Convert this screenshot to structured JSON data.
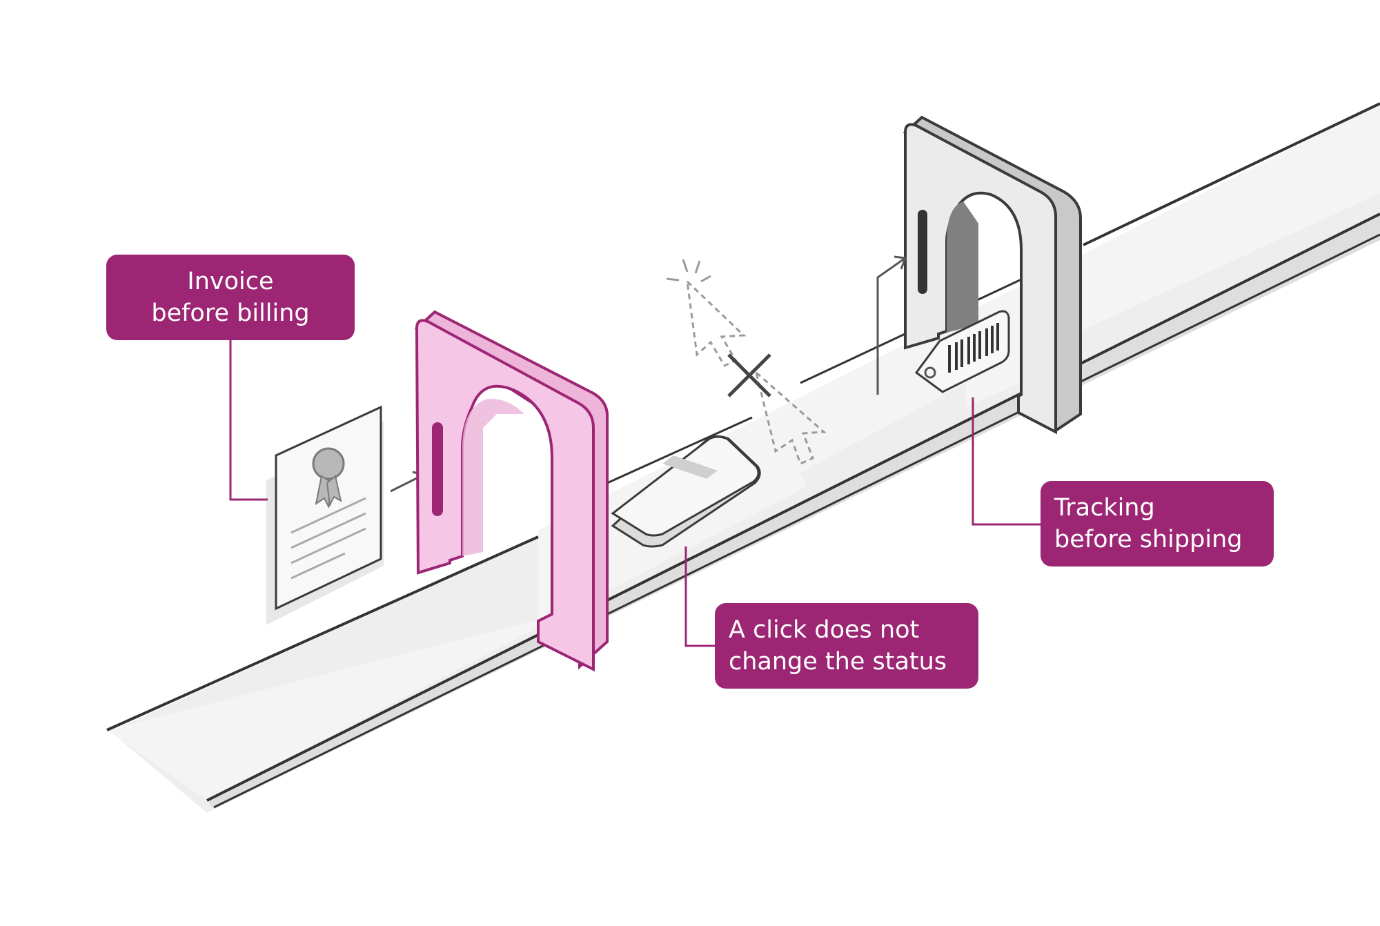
{
  "colors": {
    "accent": "#9c2673",
    "gate_fill": "#f6c6e7",
    "gate_stroke": "#9c2673",
    "gate_gray_fill": "#ebebeb",
    "outline": "#3a3a3a",
    "belt_surface": "#f2f2f2",
    "shadow": "#e3e3e3"
  },
  "callouts": {
    "invoice": {
      "line1": "Invoice",
      "line2": "before billing"
    },
    "click": {
      "line1": "A click does not",
      "line2": "change the status"
    },
    "tracking": {
      "line1": "Tracking",
      "line2": "before shipping"
    }
  },
  "icons": {
    "document": "certificate-document-icon",
    "cursor": "mouse-cursor-icon",
    "blocked": "x-mark-icon",
    "tag": "barcode-tag-icon",
    "package": "parcel-icon"
  }
}
